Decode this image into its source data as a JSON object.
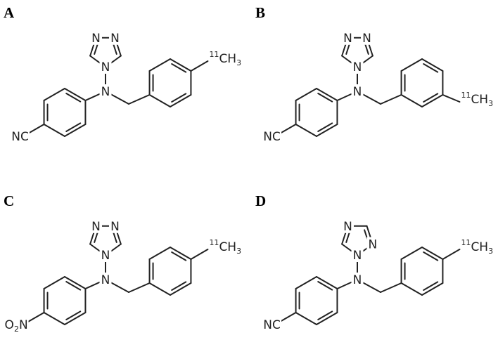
{
  "figure": {
    "panels": [
      {
        "letter": "A",
        "nitrile": "NC",
        "triazole": "1,2,4-triazol-4-yl",
        "methyl_position": "para",
        "methyl": {
          "iso": "11",
          "label": "CH",
          "sub": "3"
        }
      },
      {
        "letter": "B",
        "nitrile": "NC",
        "triazole": "1,2,4-triazol-4-yl",
        "methyl_position": "meta",
        "methyl": {
          "iso": "11",
          "label": "CH",
          "sub": "3"
        }
      },
      {
        "letter": "C",
        "nitro": {
          "label": "O",
          "sub": "2",
          "atom": "N"
        },
        "triazole": "1,2,4-triazol-4-yl",
        "methyl_position": "para",
        "methyl": {
          "iso": "11",
          "label": "CH",
          "sub": "3"
        }
      },
      {
        "letter": "D",
        "nitrile": "NC",
        "triazole": "1,2,4-triazol-1-yl",
        "methyl_position": "para",
        "methyl": {
          "iso": "11",
          "label": "CH",
          "sub": "3"
        }
      }
    ],
    "atom_N": "N",
    "colors": {
      "ink": "#222222",
      "background": "#ffffff"
    }
  }
}
